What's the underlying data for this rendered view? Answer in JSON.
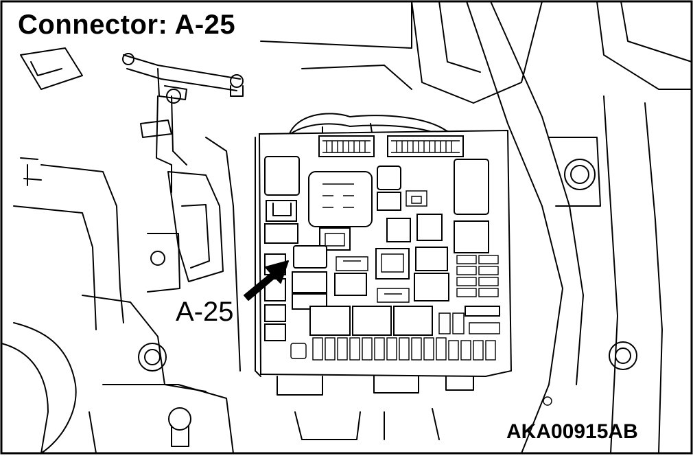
{
  "title": "Connector: A-25",
  "callout_label": "A-25",
  "figure_code": "AKA00915AB",
  "highlighted_connector": "A-25"
}
